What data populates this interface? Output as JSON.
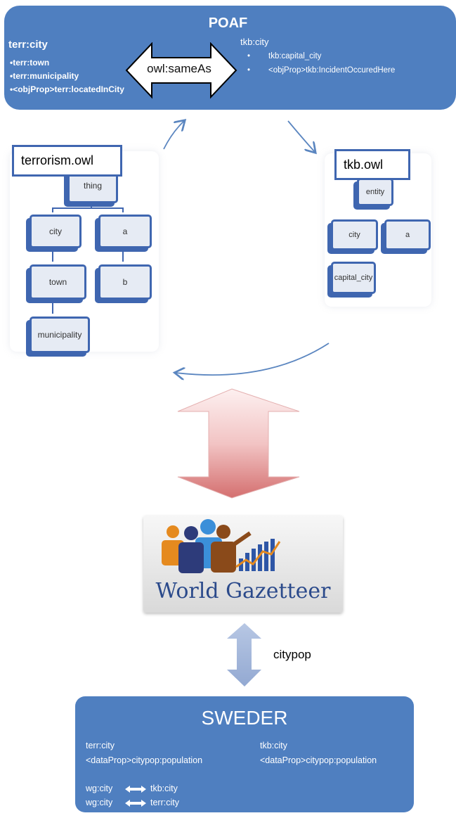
{
  "poaf": {
    "title": "POAF",
    "terr_heading": "terr:city",
    "terr_items": [
      "•terr:town",
      "•terr:municipality",
      "•<objProp>terr:locatedInCity"
    ],
    "same_as": "owl:sameAs",
    "tkb_heading": "tkb:city",
    "tkb_items": [
      "tkb:capital_city",
      "<objProp>tkb:IncidentOccuredHere"
    ]
  },
  "terrorism_tree": {
    "label": "terrorism.owl",
    "root": "thing",
    "nodes": [
      "city",
      "a",
      "town",
      "b",
      "municipality"
    ]
  },
  "tkb_tree": {
    "label": "tkb.owl",
    "root": "entity",
    "nodes": [
      "city",
      "a",
      "capital_city"
    ]
  },
  "gazetteer": {
    "name": "World Gazetteer",
    "link_label": "citypop"
  },
  "sweder": {
    "title": "SWEDER",
    "left_col": [
      "terr:city",
      "<dataProp>citypop:population"
    ],
    "right_col": [
      "tkb:city",
      "<dataProp>citypop:population"
    ],
    "mappings": [
      {
        "left": "wg:city",
        "right": "tkb:city"
      },
      {
        "left": "wg:city",
        "right": "terr:city"
      }
    ]
  },
  "colors": {
    "panel_blue": "#4f7fc0",
    "node_border": "#3f66b0",
    "arrow_pink": "#e8a0a0",
    "arrow_light_blue": "#a8b9d9"
  }
}
